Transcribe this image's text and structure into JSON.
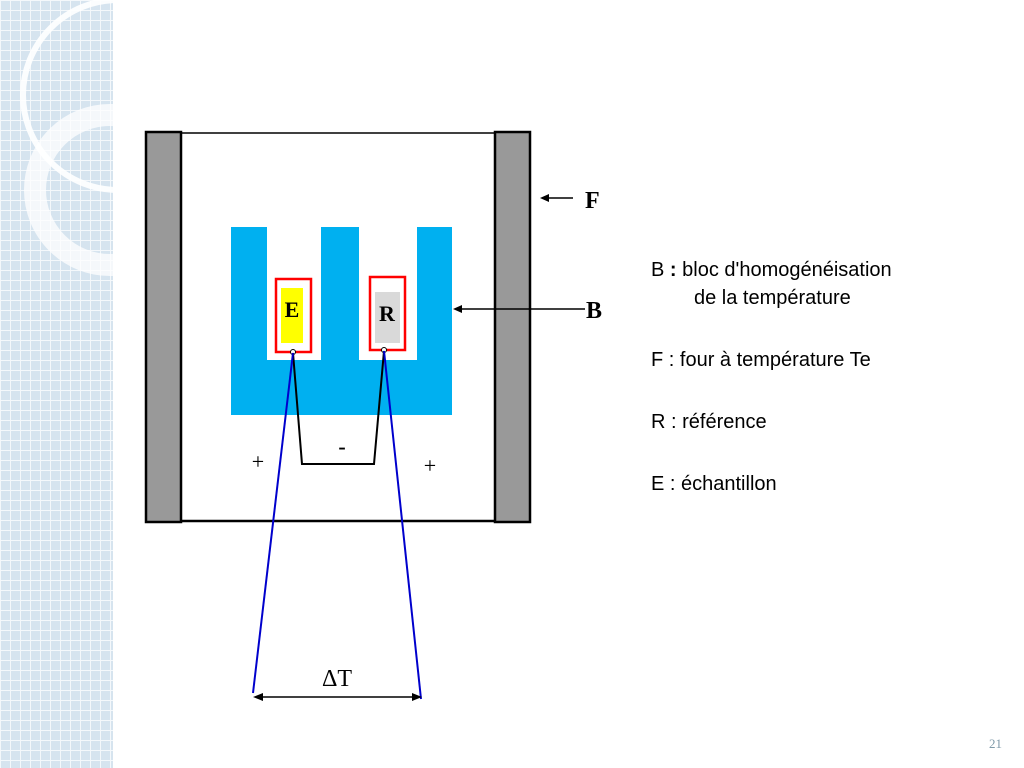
{
  "diagram": {
    "labels": {
      "F": "F",
      "B": "B",
      "E": "E",
      "R": "R",
      "plus_left": "+",
      "plus_right": "+",
      "minus": "-",
      "delta_t": "ΔT"
    },
    "colors": {
      "furnace_wall": "#999999",
      "homogenization_block": "#00b0f0",
      "sample": "#ffff00",
      "reference": "#d9d9d9",
      "crucible_border": "#ff0000",
      "thermocouple_wire": "#0000cc"
    }
  },
  "legend": {
    "b_key": "B",
    "b_sep": ":",
    "b_text": "bloc d'homogénéisation",
    "b_text_line2": "de la température",
    "f_line": "F : four à température Te",
    "r_line": "R : référence",
    "e_line": "E : échantillon"
  },
  "page_number": "21"
}
